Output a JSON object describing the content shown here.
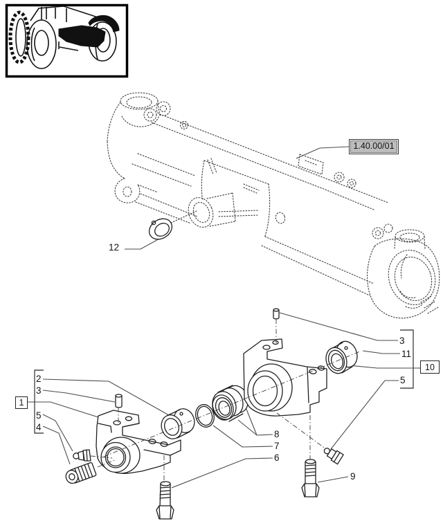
{
  "colors": {
    "background": "#ffffff",
    "line": "#1f1f1f",
    "phantom_line": "#3c3c3c",
    "leader": "#4a4a4a",
    "reference_fill": "#bdbdbd"
  },
  "reference_box": {
    "label": "1.40.00/01"
  },
  "callouts": {
    "c12": "12",
    "c2": "2",
    "c3_left": "3",
    "c1_box": "1",
    "c5_left": "5",
    "c4": "4",
    "c8": "8",
    "c7": "7",
    "c6": "6",
    "c3_right": "3",
    "c11": "11",
    "c10_box": "10",
    "c5_right": "5",
    "c9": "9"
  },
  "icons": {
    "thumbnail": "tractor-front-axle-location-thumbnail"
  }
}
